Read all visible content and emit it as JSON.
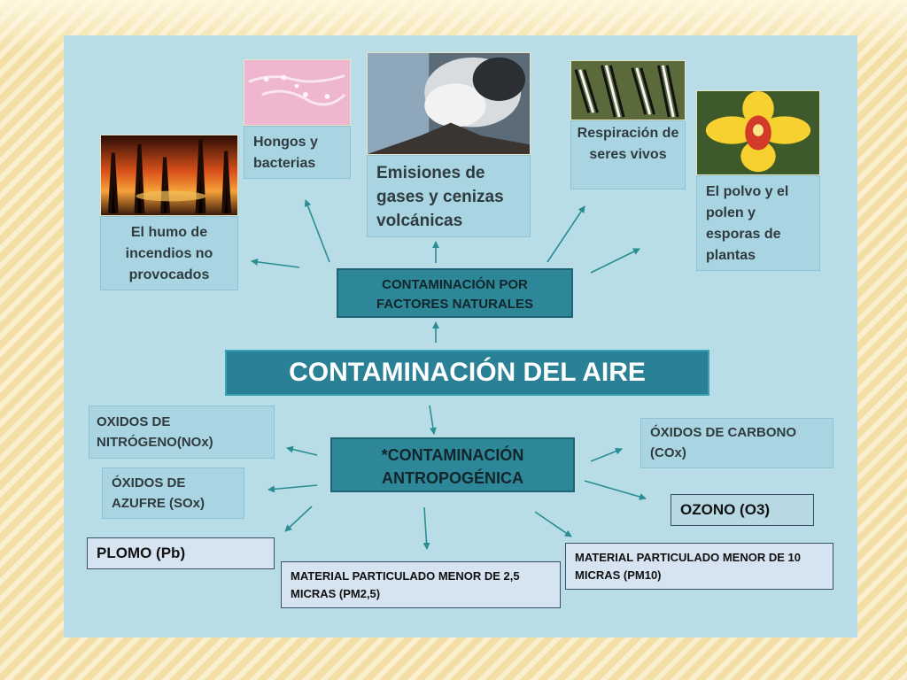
{
  "title": "CONTAMINACIÓN DEL AIRE",
  "natural": {
    "label": "CONTAMINACIÓN POR FACTORES NATURALES",
    "items": {
      "humo": "El humo de incendios no provocados",
      "hongos": "Hongos y bacterias",
      "volcan": "Emisiones de gases y cenizas volcánicas",
      "respiracion": "Respiración de seres vivos",
      "polen": "El polvo y el polen y esporas de plantas"
    }
  },
  "antropogenica": {
    "label": "*CONTAMINACIÓN ANTROPOGÉNICA",
    "items": {
      "nox": "OXIDOS DE NITRÓGENO(NOx)",
      "sox": "ÓXIDOS DE AZUFRE (SOx)",
      "plomo": "PLOMO (Pb)",
      "pm25": "MATERIAL PARTICULADO MENOR DE 2,5 MICRAS (PM2,5)",
      "pm10": "MATERIAL PARTICULADO MENOR DE 10 MICRAS (PM10)",
      "ozono": "OZONO (O3)",
      "cox": "ÓXIDOS DE CARBONO (COx)"
    }
  },
  "images": [
    "fire-image",
    "fungi-image",
    "volcano-image",
    "zebras-image",
    "flower-image"
  ],
  "colors": {
    "panel": "#b9dde6",
    "box_light": "#a9d5e2",
    "box_dark": "#2e8799",
    "box_white": "#d6e4f2",
    "arrow": "#2a8d93"
  }
}
